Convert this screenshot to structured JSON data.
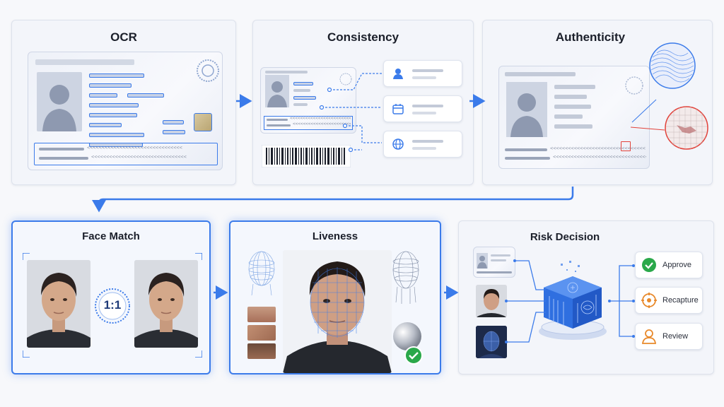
{
  "stages": {
    "ocr": {
      "title": "OCR"
    },
    "consistency": {
      "title": "Consistency"
    },
    "authenticity": {
      "title": "Authenticity"
    },
    "face_match": {
      "title": "Face Match",
      "ratio_label": "1:1"
    },
    "liveness": {
      "title": "Liveness"
    },
    "risk_decision": {
      "title": "Risk Decision"
    }
  },
  "mrz_line": "<<<<<<<<<<<<<<<<<<<<<<<<<<<<<<<<",
  "outcomes": [
    {
      "label": "Approve",
      "icon": "check-circle-icon",
      "color": "#2aa84a"
    },
    {
      "label": "Recapture",
      "icon": "target-icon",
      "color": "#e8892b"
    },
    {
      "label": "Review",
      "icon": "person-icon",
      "color": "#e8892b"
    }
  ],
  "consistency_fields": [
    {
      "icon": "person-icon"
    },
    {
      "icon": "calendar-icon"
    },
    {
      "icon": "globe-icon"
    }
  ],
  "colors": {
    "accent": "#3b7bea",
    "alert": "#e2423a",
    "approve": "#2aa84a",
    "warn": "#e8892b"
  }
}
